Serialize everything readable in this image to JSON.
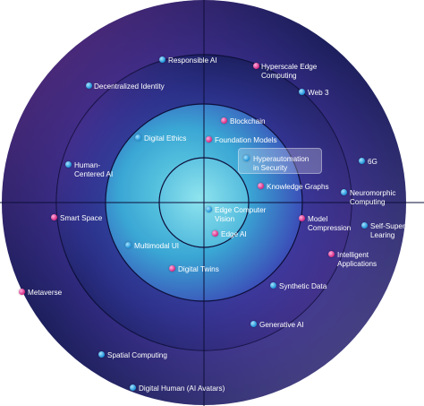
{
  "colors": {
    "outer_ring": "#2b2f7a",
    "accent_blue": "#1a8fd6",
    "accent_pink": "#d4267f",
    "inner_teal": "#4fc3d8"
  },
  "items": [
    {
      "key": "responsible-ai",
      "label": "Responsible AI",
      "dot": "blue"
    },
    {
      "key": "hyperscale-edge-computing",
      "label": "Hyperscale Edge\nComputing",
      "dot": "pink"
    },
    {
      "key": "decentralized-identity",
      "label": "Decentralized Identity",
      "dot": "blue"
    },
    {
      "key": "web-3",
      "label": "Web 3",
      "dot": "blue"
    },
    {
      "key": "blockchain",
      "label": "Blockchain",
      "dot": "pink"
    },
    {
      "key": "digital-ethics",
      "label": "Digital Ethics",
      "dot": "blue"
    },
    {
      "key": "foundation-models",
      "label": "Foundation Models",
      "dot": "pink"
    },
    {
      "key": "hyperautomation-in-security",
      "label": "Hyperautomation\nin Security",
      "dot": "blue"
    },
    {
      "key": "6g",
      "label": "6G",
      "dot": "blue"
    },
    {
      "key": "human-centered-ai",
      "label": "Human-\nCentered AI",
      "dot": "blue"
    },
    {
      "key": "knowledge-graphs",
      "label": "Knowledge Graphs",
      "dot": "pink"
    },
    {
      "key": "neuromorphic-computing",
      "label": "Neuromorphic\nComputing",
      "dot": "blue"
    },
    {
      "key": "edge-computer-vision",
      "label": "Edge Computer\nVision",
      "dot": "blue"
    },
    {
      "key": "smart-space",
      "label": "Smart Space",
      "dot": "pink"
    },
    {
      "key": "model-compression",
      "label": "Model\nCompression",
      "dot": "pink"
    },
    {
      "key": "self-supervised-learning",
      "label": "Self-Super\nLearing",
      "dot": "blue"
    },
    {
      "key": "edge-ai",
      "label": "Edge AI",
      "dot": "pink"
    },
    {
      "key": "multimodal-ui",
      "label": "Multimodal UI",
      "dot": "blue"
    },
    {
      "key": "intelligent-applications",
      "label": "Intelligent\nApplications",
      "dot": "pink"
    },
    {
      "key": "digital-twins",
      "label": "Digital Twins",
      "dot": "pink"
    },
    {
      "key": "synthetic-data",
      "label": "Synthetic Data",
      "dot": "blue"
    },
    {
      "key": "metaverse",
      "label": "Metaverse",
      "dot": "pink"
    },
    {
      "key": "generative-ai",
      "label": "Generative AI",
      "dot": "blue"
    },
    {
      "key": "spatial-computing",
      "label": "Spatial Computing",
      "dot": "blue"
    },
    {
      "key": "digital-human",
      "label": "Digital Human (AI Avatars)",
      "dot": "blue"
    }
  ]
}
